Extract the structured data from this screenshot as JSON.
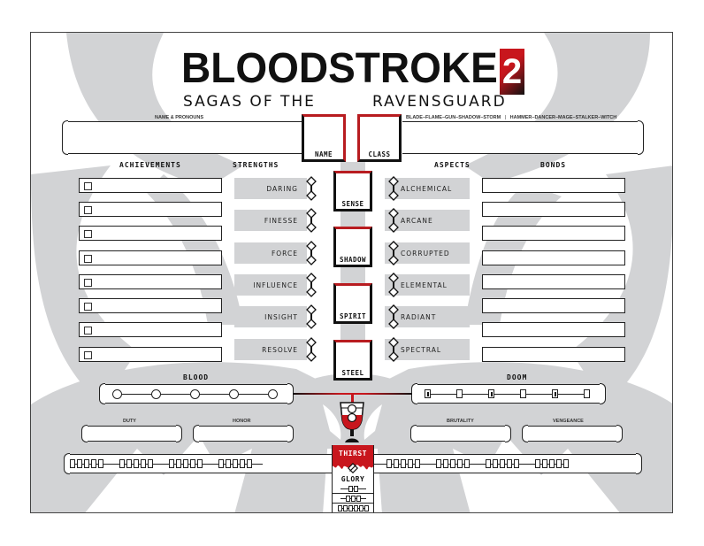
{
  "title": {
    "main": "BLOODSTROKE",
    "edition": "2",
    "subtitle_left": "SAGAS OF THE",
    "subtitle_right": "RAVENSGUARD"
  },
  "identity": {
    "name_label": "NAME & PRONOUNS",
    "name_value": "",
    "class_options_label": "BLADE–FLAME–GUN–SHADOW–STORM",
    "class_options_separator": "|",
    "class_options_label_2": "HAMMER–DANCER–MAGE–STALKER–WITCH",
    "class_value": "",
    "name_box_caption": "NAME",
    "class_box_caption": "CLASS"
  },
  "headers": {
    "achievements": "ACHIEVEMENTS",
    "strengths": "STRENGTHS",
    "aspects": "ASPECTS",
    "bonds": "BONDS"
  },
  "achievements": [
    "",
    "",
    "",
    "",
    "",
    "",
    "",
    ""
  ],
  "strengths": [
    {
      "label": "DARING"
    },
    {
      "label": "FINESSE"
    },
    {
      "label": "FORCE"
    },
    {
      "label": "INFLUENCE"
    },
    {
      "label": "INSIGHT"
    },
    {
      "label": "RESOLVE"
    }
  ],
  "attributes": [
    {
      "label": "SENSE"
    },
    {
      "label": "SHADOW"
    },
    {
      "label": "SPIRIT"
    },
    {
      "label": "STEEL"
    }
  ],
  "aspects": [
    {
      "label": "ALCHEMICAL"
    },
    {
      "label": "ARCANE"
    },
    {
      "label": "CORRUPTED"
    },
    {
      "label": "ELEMENTAL"
    },
    {
      "label": "RADIANT"
    },
    {
      "label": "SPECTRAL"
    }
  ],
  "bonds": [
    "",
    "",
    "",
    "",
    "",
    "",
    "",
    ""
  ],
  "blood": {
    "label": "BLOOD",
    "circles": 5
  },
  "doom": {
    "label": "DOOM",
    "boxes": 6,
    "marked_indices": [
      0,
      2,
      4
    ]
  },
  "virtues": {
    "duty": "DUTY",
    "honor": "HONOR",
    "brutality": "BRUTALITY",
    "vengeance": "VENGEANCE"
  },
  "thirst": {
    "label": "THIRST",
    "left_track_groups": [
      5,
      5,
      5,
      5
    ],
    "right_track_groups": [
      5,
      5,
      5,
      5
    ]
  },
  "glory": {
    "label": "GLORY",
    "tiers": [
      2,
      3,
      6
    ]
  },
  "colors": {
    "accent_red": "#c8161d",
    "ink": "#111111",
    "silhouette_gray": "#d2d3d5"
  }
}
